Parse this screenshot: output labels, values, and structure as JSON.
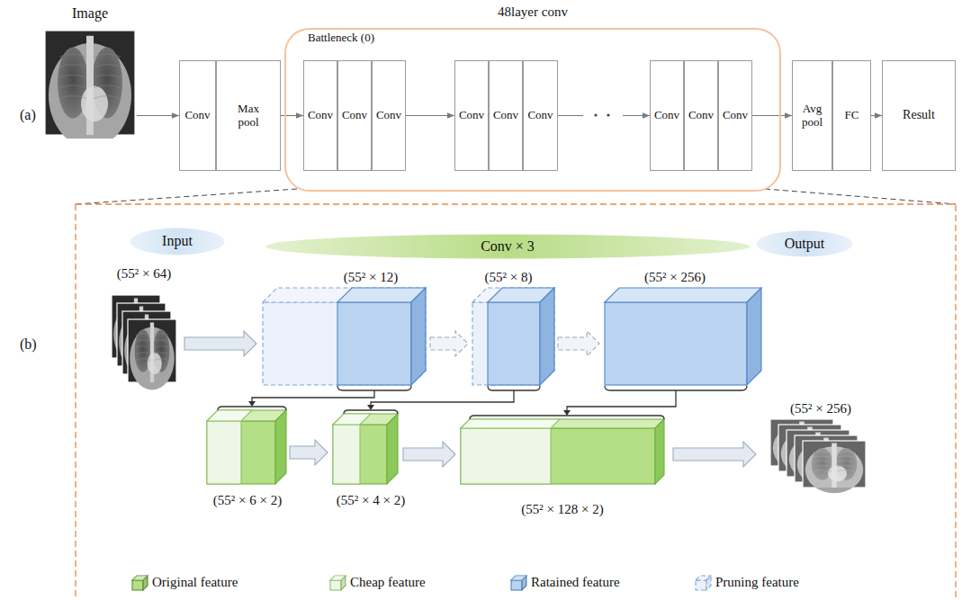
{
  "diagram": {
    "nodes": [
      {
        "text": [
          "Image"
        ]
      },
      {
        "text": [
          "Conv"
        ]
      },
      {
        "text": [
          "Max pool"
        ]
      },
      {
        "text": [
          "48layer conv"
        ]
      },
      {
        "text": [
          "Conv"
        ],
        "in": 3
      },
      {
        "text": [
          "Conv"
        ],
        "in": 3
      },
      {
        "text": [
          "Conv"
        ],
        "in": 3
      },
      {
        "text": [
          "Conv"
        ],
        "in": 3
      },
      {
        "text": [
          "Conv"
        ],
        "in": 3
      },
      {
        "text": [
          "Conv"
        ],
        "in": 3
      },
      {
        "text": [
          "Conv"
        ],
        "in": 3
      },
      {
        "text": [
          "Conv"
        ],
        "in": 3
      },
      {
        "text": [
          "Conv"
        ],
        "in": 3
      },
      {
        "text": [
          "Avg pool"
        ]
      },
      {
        "text": [
          "FC"
        ]
      },
      {
        "text": [
          "Result"
        ]
      },
      {
        "text": [
          "Input"
        ]
      },
      {
        "text": [
          "Conv × 3"
        ]
      },
      {
        "text": [
          "Output"
        ]
      }
    ],
    "edges": [
      {
        "from": 0,
        "to": 1,
        "arrow": "to"
      },
      {
        "from": 2,
        "to": 4,
        "arrow": "to"
      },
      {
        "from": 6,
        "to": 7,
        "arrow": "to"
      },
      {
        "from": 9,
        "to": 10,
        "arrow": "to"
      },
      {
        "from": 12,
        "to": 13,
        "arrow": "to"
      },
      {
        "from": 14,
        "to": 15,
        "arrow": "to"
      }
    ],
    "labels": [
      "(a)",
      "Battleneck (0)",
      "(b)",
      "(55² × 64)",
      "(55² × 12)",
      "(55² × 8)",
      "(55² × 256)",
      "(55² × 256)",
      "(55² × 6 × 2)",
      "(55² × 4 × 2)",
      "(55² × 128 × 2)"
    ],
    "legend": [
      {
        "text": "Original feature",
        "color": "#b5df86"
      },
      {
        "text": "Cheap feature",
        "color": "#eef7e6"
      },
      {
        "text": "Ratained feature",
        "color": "#b9d3f0"
      },
      {
        "text": "Pruning feature"
      }
    ]
  }
}
